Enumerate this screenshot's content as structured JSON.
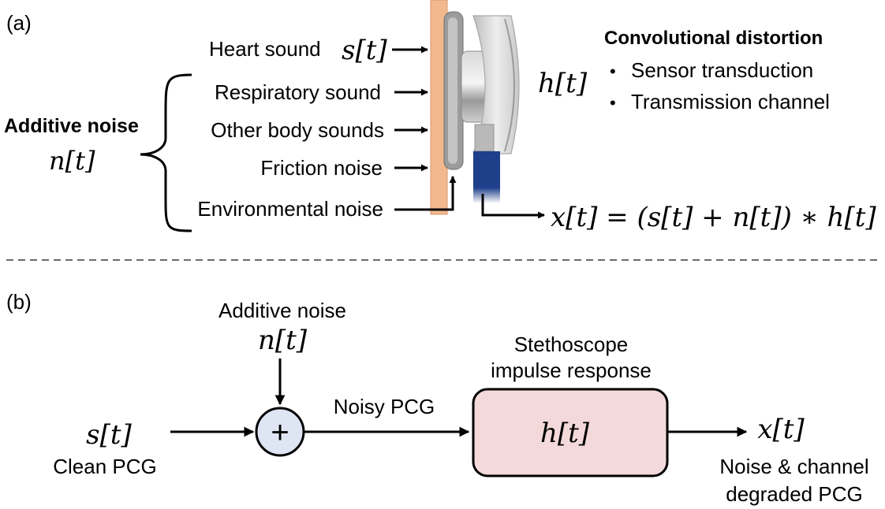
{
  "panel_a": {
    "label": "(a)",
    "heart_sound_label": "Heart sound",
    "heart_sound_symbol": "s[t]",
    "additive_noise_title": "Additive noise",
    "additive_noise_symbol": "n[t]",
    "noise_sources": [
      "Respiratory sound",
      "Other body sounds",
      "Friction noise",
      "Environmental noise"
    ],
    "channel_symbol": "h[t]",
    "distortion_title": "Convolutional distortion",
    "distortion_items": [
      "Sensor transduction",
      "Transmission channel"
    ],
    "equation": "x[t] = (s[t] + n[t]) ∗ h[t]"
  },
  "panel_b": {
    "label": "(b)",
    "noise_label": "Additive noise",
    "noise_symbol": "n[t]",
    "input_symbol": "s[t]",
    "input_label": "Clean PCG",
    "adder_symbol": "+",
    "noisy_label": "Noisy PCG",
    "block_title_line1": "Stethoscope",
    "block_title_line2": "impulse response",
    "block_symbol": "h[t]",
    "output_symbol": "x[t]",
    "output_label_line1": "Noise & channel",
    "output_label_line2": "degraded PCG"
  },
  "colors": {
    "skin": "#f2b98e",
    "skin_edge": "#d8946a",
    "adder_fill": "#dde6f2",
    "block_fill": "#f3d9d9",
    "tube": "#1f3f8a"
  }
}
